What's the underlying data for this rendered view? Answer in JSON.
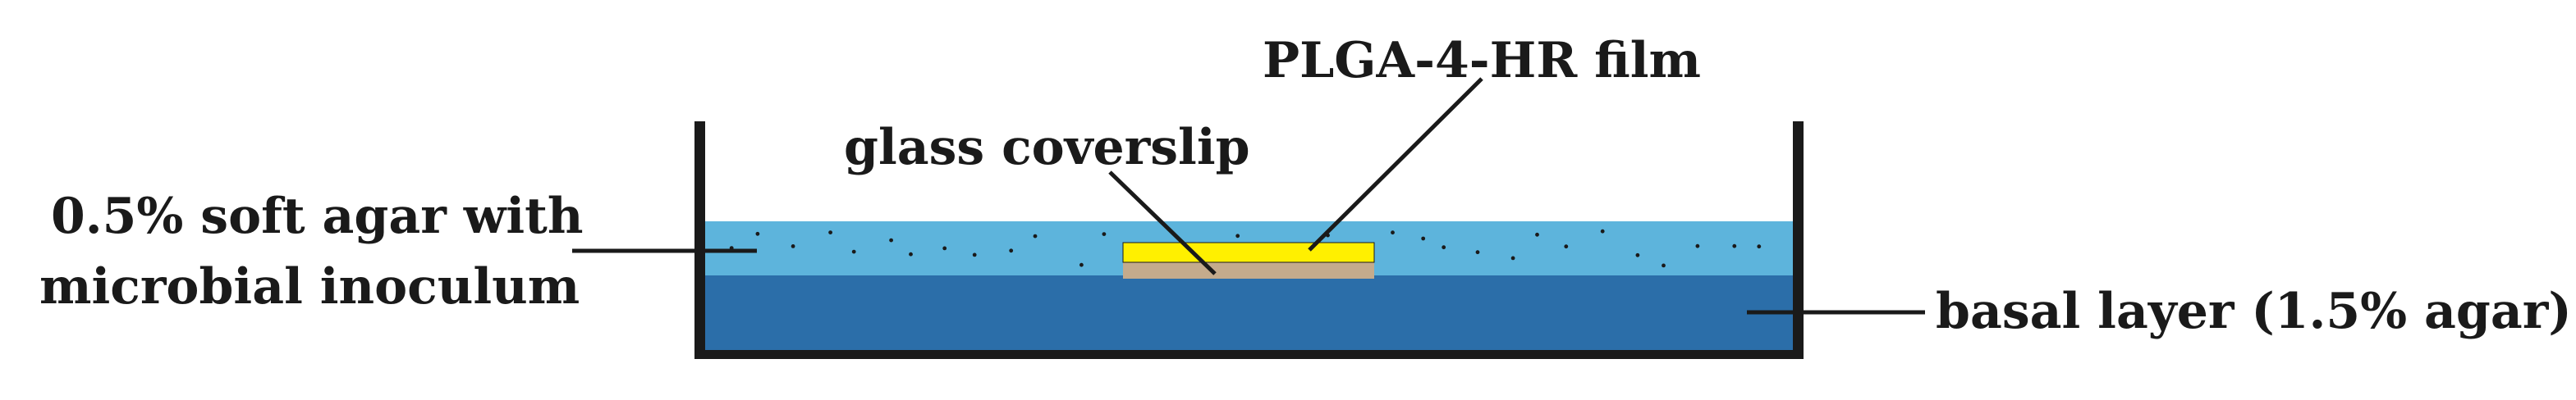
{
  "labels": {
    "film": "PLGA-4-HR film",
    "coverslip": "glass coverslip",
    "soft_agar_line1": "0.5% soft agar with",
    "soft_agar_line2": "microbial inoculum",
    "basal": "basal layer (1.5% agar)"
  },
  "colors": {
    "soft_agar": "#5db4dc",
    "basal_layer": "#2b6ea9",
    "container": "#1a1a1a",
    "film": "#fff000",
    "coverslip": "#c4ab8c",
    "dots": "#1a1a1a"
  }
}
